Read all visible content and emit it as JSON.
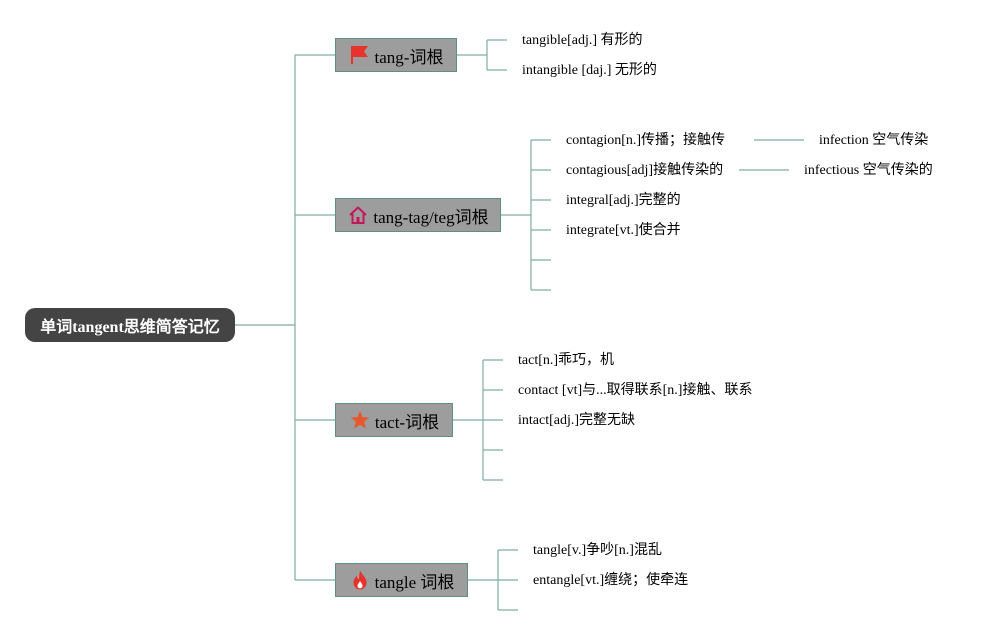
{
  "root": {
    "label": "单词tangent思维简答记忆"
  },
  "branches": [
    {
      "label": "tang-词根",
      "icon": "red-flag-icon",
      "items": [
        {
          "text": "tangible[adj.] 有形的"
        },
        {
          "text": "intangible [daj.] 无形的"
        }
      ]
    },
    {
      "label": "tang-tag/teg词根",
      "icon": "house-icon",
      "items": [
        {
          "text": "contagion[n.]传播；接触传",
          "related": "infection 空气传染"
        },
        {
          "text": "contagious[adj]接触传染的",
          "related": "infectious 空气传染的"
        },
        {
          "text": "integral[adj.]完整的"
        },
        {
          "text": "integrate[vt.]使合并"
        },
        {
          "text": ""
        },
        {
          "text": ""
        }
      ]
    },
    {
      "label": "tact-词根",
      "icon": "star-icon",
      "items": [
        {
          "text": "tact[n.]乖巧，机"
        },
        {
          "text": "contact [vt]与...取得联系[n.]接触、联系"
        },
        {
          "text": "intact[adj.]完整无缺"
        },
        {
          "text": ""
        },
        {
          "text": ""
        }
      ]
    },
    {
      "label": "tangle 词根",
      "icon": "fire-icon",
      "items": [
        {
          "text": "tangle[v.]争吵[n.]混乱"
        },
        {
          "text": "entangle[vt.]缠绕；使牵连"
        },
        {
          "text": ""
        }
      ]
    }
  ],
  "colors": {
    "connector": "#7fae9e",
    "root_bg": "#444444",
    "branch_bg": "#9d9d9d",
    "flag": "#e8322c",
    "house": "#c2185b",
    "star": "#e8562c",
    "fire": "#e8322c"
  }
}
